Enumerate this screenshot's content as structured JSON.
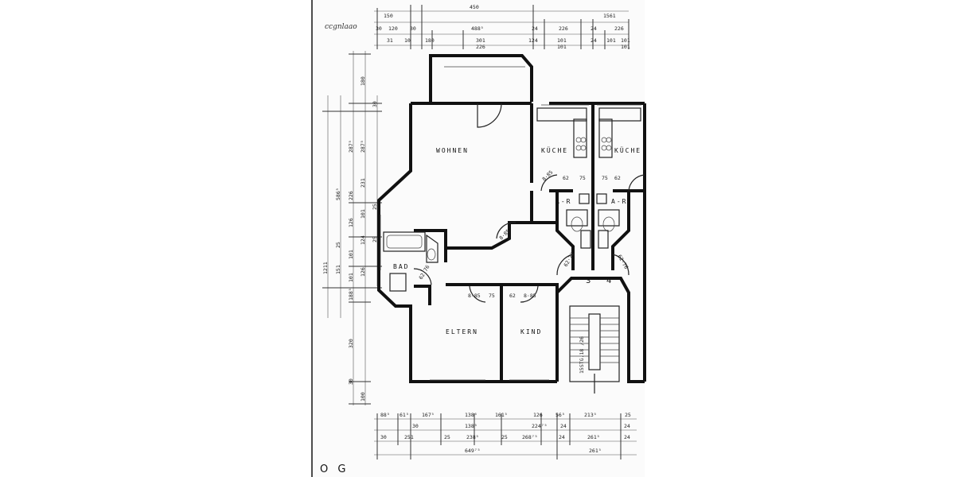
{
  "plan": {
    "floor_label": "O G",
    "handwritten_note": "ccgnlaao",
    "rooms": {
      "wohnen": "WOHNEN",
      "kueche_left": "KÜCHE",
      "kueche_right": "KÜCHE",
      "ar_left": "A-R",
      "ar_right": "A-R",
      "bad": "BAD",
      "eltern": "ELTERN",
      "kind": "KIND"
    },
    "stair_numbers": [
      "3",
      "4"
    ],
    "stair_label": "15STG.18 /26",
    "door_labels": {
      "d_wohnen_kueche": "8·85",
      "d_wohnen_hall": "8·85",
      "d_kueche_l_75": "75",
      "d_kueche_l_62": "62",
      "d_kueche_r_75": "75",
      "d_kueche_r_62": "62",
      "d_bad": "62·76",
      "d_eltern_885": "8·85",
      "d_eltern_75": "75",
      "d_kind_62": "62",
      "d_kind_885": "8·85",
      "d_hall_a": "62·76",
      "d_hall_b": "62·76"
    },
    "dims_top": {
      "row1": [
        "150",
        "450",
        "1561"
      ],
      "row2": [
        "30",
        "120",
        "30",
        "488⁵",
        "24",
        "226",
        "24",
        "226"
      ],
      "row3": [
        "31",
        "10",
        "180",
        "301",
        "124",
        "101",
        "24",
        "101",
        "101"
      ],
      "row4": [
        "226",
        "101",
        "101"
      ]
    },
    "dims_left": {
      "col_a": [
        "1211"
      ],
      "col_b": [
        "586⁵",
        "151",
        "25"
      ],
      "col_c": [
        "287⁵",
        "226",
        "126",
        "101",
        "101",
        "188⁵",
        "320",
        "30",
        "100"
      ],
      "col_d": [
        "180",
        "287⁵",
        "231",
        "101",
        "124",
        "126"
      ],
      "col_e": [
        "30",
        "25",
        "25"
      ]
    },
    "dims_bottom": {
      "row1": [
        "88⁵",
        "61⁵",
        "167⁵",
        "138⁵",
        "161⁵",
        "126",
        "56⁵",
        "213⁵",
        "25"
      ],
      "row2": [
        "30",
        "138⁵",
        "224⁷⁵",
        "24",
        "24"
      ],
      "row3": [
        "30",
        "251",
        "25",
        "238⁵",
        "25",
        "268⁷⁵",
        "24",
        "261⁵",
        "24"
      ],
      "row4": [
        "649⁷⁵",
        "261⁵"
      ]
    }
  }
}
